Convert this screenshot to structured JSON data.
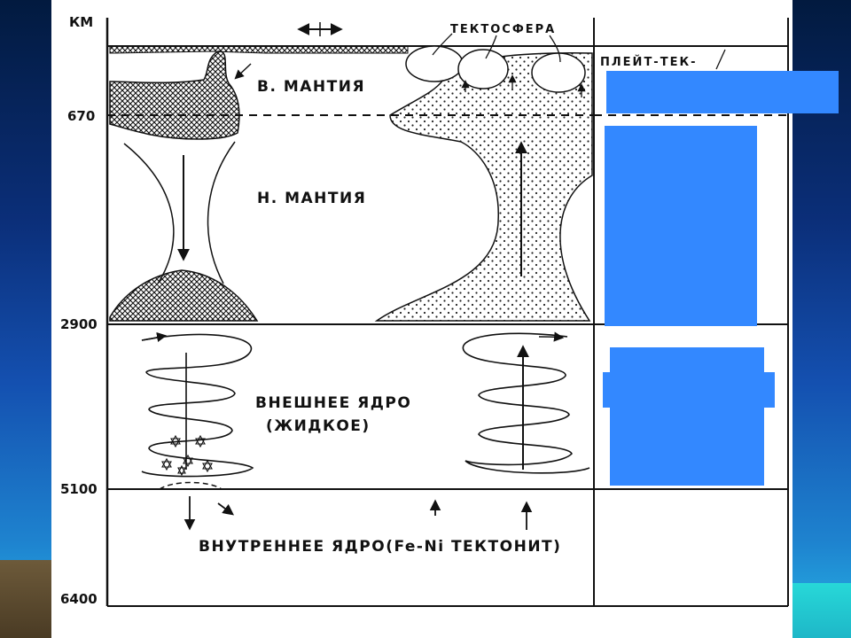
{
  "axis_unit": "КМ",
  "depths": [
    "670",
    "2900",
    "5100",
    "6400"
  ],
  "labels": {
    "tectosphere": "ТЕКТОСФЕРА",
    "plate_tectonics": "ПЛЕЙТ-ТЕК-",
    "upper_mantle": "В. МАНТИЯ",
    "lower_mantle": "Н. МАНТИЯ",
    "outer_core_line1": "ВНЕШНЕЕ ЯДРО",
    "outer_core_line2": "(ЖИДКОЕ)",
    "inner_core": "ВНУТРЕННЕЕ ЯДРО(Fe-Ni ТЕКТОНИТ)"
  },
  "colors": {
    "background_top": "#021a3f",
    "background_bottom": "#27b6e6",
    "overlay_blue": "#3388ff",
    "ink": "#111111"
  }
}
